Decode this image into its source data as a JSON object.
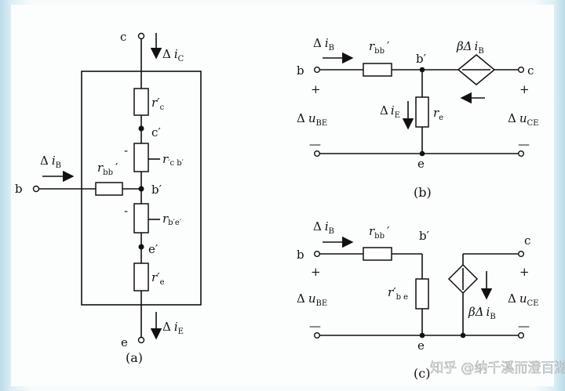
{
  "panel_a": {
    "caption": "(a)",
    "node_c": "c",
    "node_b": "b",
    "node_e": "e",
    "node_c_prime": "c′",
    "node_b_prime": "b′",
    "node_e_prime": "e′",
    "delta_ic": {
      "d": "Δ",
      "v": "i",
      "s": "C"
    },
    "delta_ib": {
      "d": "Δ",
      "v": "i",
      "s": "B"
    },
    "delta_ie": {
      "d": "Δ",
      "v": "i",
      "s": "E"
    },
    "r_c": {
      "v": "r′",
      "s": "c"
    },
    "r_cb": {
      "v": "r",
      "s": "′c b′"
    },
    "r_bb": {
      "v": "r",
      "s": "bb",
      "p": "′"
    },
    "r_be": {
      "v": "r",
      "s": "b′e′"
    },
    "r_e": {
      "v": "r′",
      "s": "e"
    },
    "minus1": "-",
    "minus2": "-"
  },
  "panel_b": {
    "caption": "(b)",
    "node_b": "b",
    "node_c": "c",
    "node_e": "e",
    "node_b_prime": "b′",
    "delta_ib": {
      "d": "Δ",
      "v": "i",
      "s": "B"
    },
    "r_bb": {
      "v": "r",
      "s": "bb",
      "p": "′"
    },
    "source": {
      "beta": "βΔ",
      "v": "i",
      "s": "B"
    },
    "delta_ie": {
      "d": "Δ",
      "v": "i",
      "s": "E"
    },
    "r_e": {
      "v": "r",
      "s": "e"
    },
    "u_be": {
      "d": "Δ",
      "v": "u",
      "s": "BE"
    },
    "u_ce": {
      "d": "Δ",
      "v": "u",
      "s": "CE"
    },
    "plus": "+",
    "minus": "—"
  },
  "panel_c": {
    "caption": "(c)",
    "node_b": "b",
    "node_c": "c",
    "node_e": "e",
    "node_b_prime": "b′",
    "delta_ib": {
      "d": "Δ",
      "v": "i",
      "s": "B"
    },
    "r_bb": {
      "v": "r",
      "s": "bb",
      "p": "′"
    },
    "r_be": {
      "v": "r′",
      "s": "b e"
    },
    "source": {
      "beta": "βΔ",
      "v": "i",
      "s": "B"
    },
    "u_be": {
      "d": "Δ",
      "v": "u",
      "s": "BE"
    },
    "u_ce": {
      "d": "Δ",
      "v": "u",
      "s": "CE"
    },
    "plus": "+",
    "minus": "—"
  },
  "watermark": "知乎 @纳千溪而澄百湖"
}
